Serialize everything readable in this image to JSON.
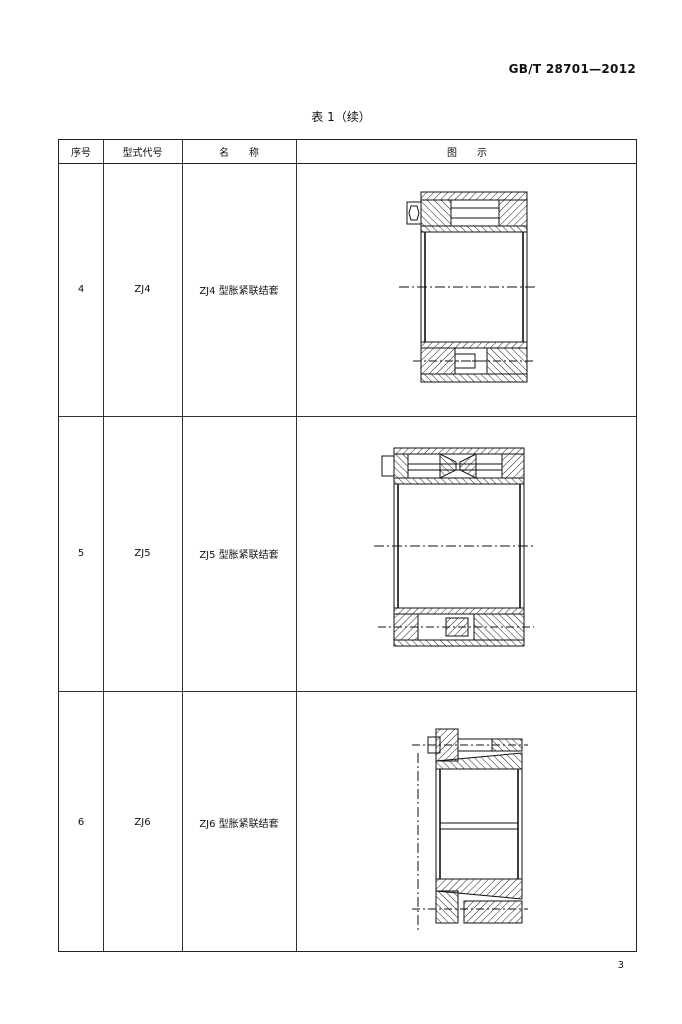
{
  "header": {
    "standard": "GB/T 28701—2012"
  },
  "table": {
    "caption": "表 1（续）",
    "columns": [
      "序号",
      "型式代号",
      "名　　称",
      "图　　示"
    ],
    "rows": [
      {
        "no": "4",
        "code": "ZJ4",
        "name": "ZJ4 型胀紧联结套",
        "drawing": "zj4-cross-section-drawing"
      },
      {
        "no": "5",
        "code": "ZJ5",
        "name": "ZJ5 型胀紧联结套",
        "drawing": "zj5-cross-section-drawing"
      },
      {
        "no": "6",
        "code": "ZJ6",
        "name": "ZJ6 型胀紧联结套",
        "drawing": "zj6-cross-section-drawing"
      }
    ]
  },
  "footer": {
    "page_number": "3"
  }
}
